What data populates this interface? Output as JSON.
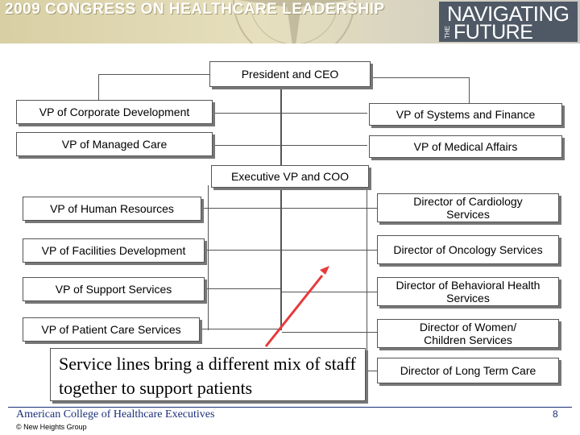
{
  "banner": {
    "title": "2009 CONGRESS ON HEALTHCARE LEADERSHIP",
    "nav_top": "NAVIGATING",
    "nav_the": "THE",
    "nav_bottom": "FUTURE"
  },
  "org_chart": {
    "president": "President and CEO",
    "vp_corporate_development": "VP of Corporate Development",
    "vp_systems_finance": "VP of Systems and Finance",
    "vp_managed_care": "VP of Managed Care",
    "vp_medical_affairs": "VP of Medical Affairs",
    "evp_coo": "Executive VP and COO",
    "left_column": [
      "VP of Human Resources",
      "VP of Facilities Development",
      "VP of Support Services",
      "VP of Patient Care Services"
    ],
    "right_column": [
      "Director of Cardiology Services",
      "Director of Oncology Services",
      "Director of Behavioral Health Services",
      "Director of Women/ Children Services",
      "Director of Long Term Care"
    ]
  },
  "callout": {
    "text": "Service lines bring a different mix of staff together to support patients"
  },
  "arrow_color": "#e8393a",
  "footer": {
    "organization": "American College of Healthcare Executives",
    "copyright": "© New Heights Group",
    "page_number": "8"
  }
}
